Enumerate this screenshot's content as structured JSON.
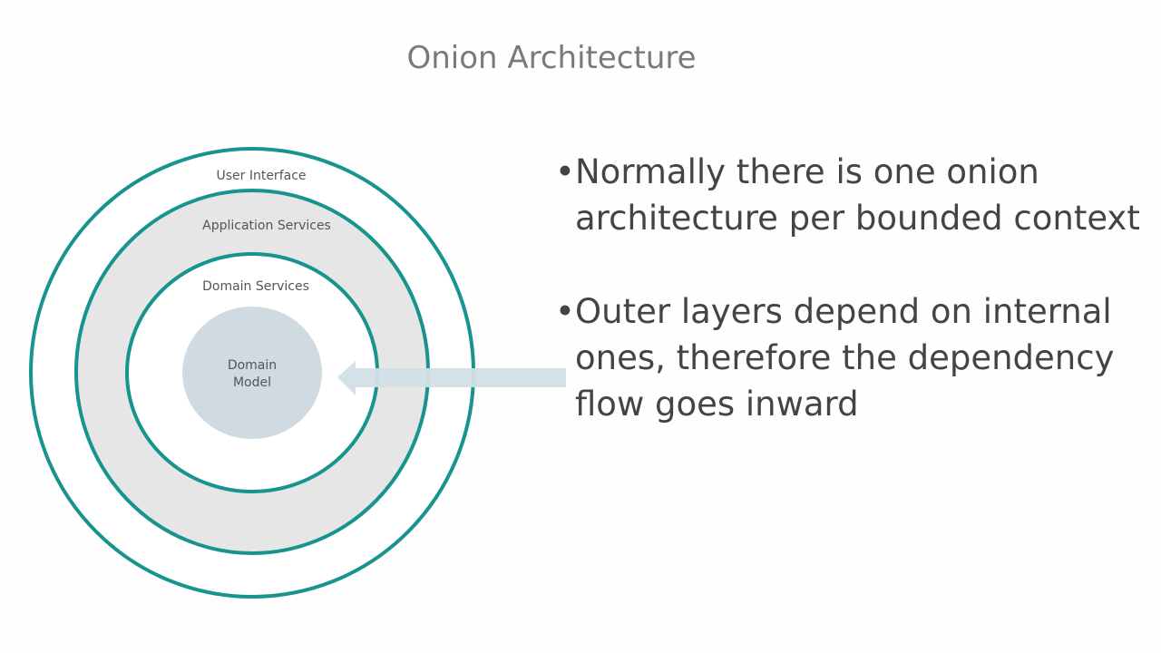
{
  "slide": {
    "title": "Onion Architecture",
    "diagram": {
      "layers": [
        "User Interface",
        "Application Services",
        "Domain Services"
      ],
      "core": [
        "Domain",
        "Model"
      ],
      "colors": {
        "ring": "#17948e",
        "band": "#e6e6e6",
        "core": "#d0dbe1",
        "arrow": "#d3dfe5"
      }
    },
    "bullets": [
      "Normally there is one onion architecture per bounded context",
      "Outer layers depend on internal ones, therefore the dependency flow goes inward"
    ],
    "bullet_glyph": "•"
  }
}
